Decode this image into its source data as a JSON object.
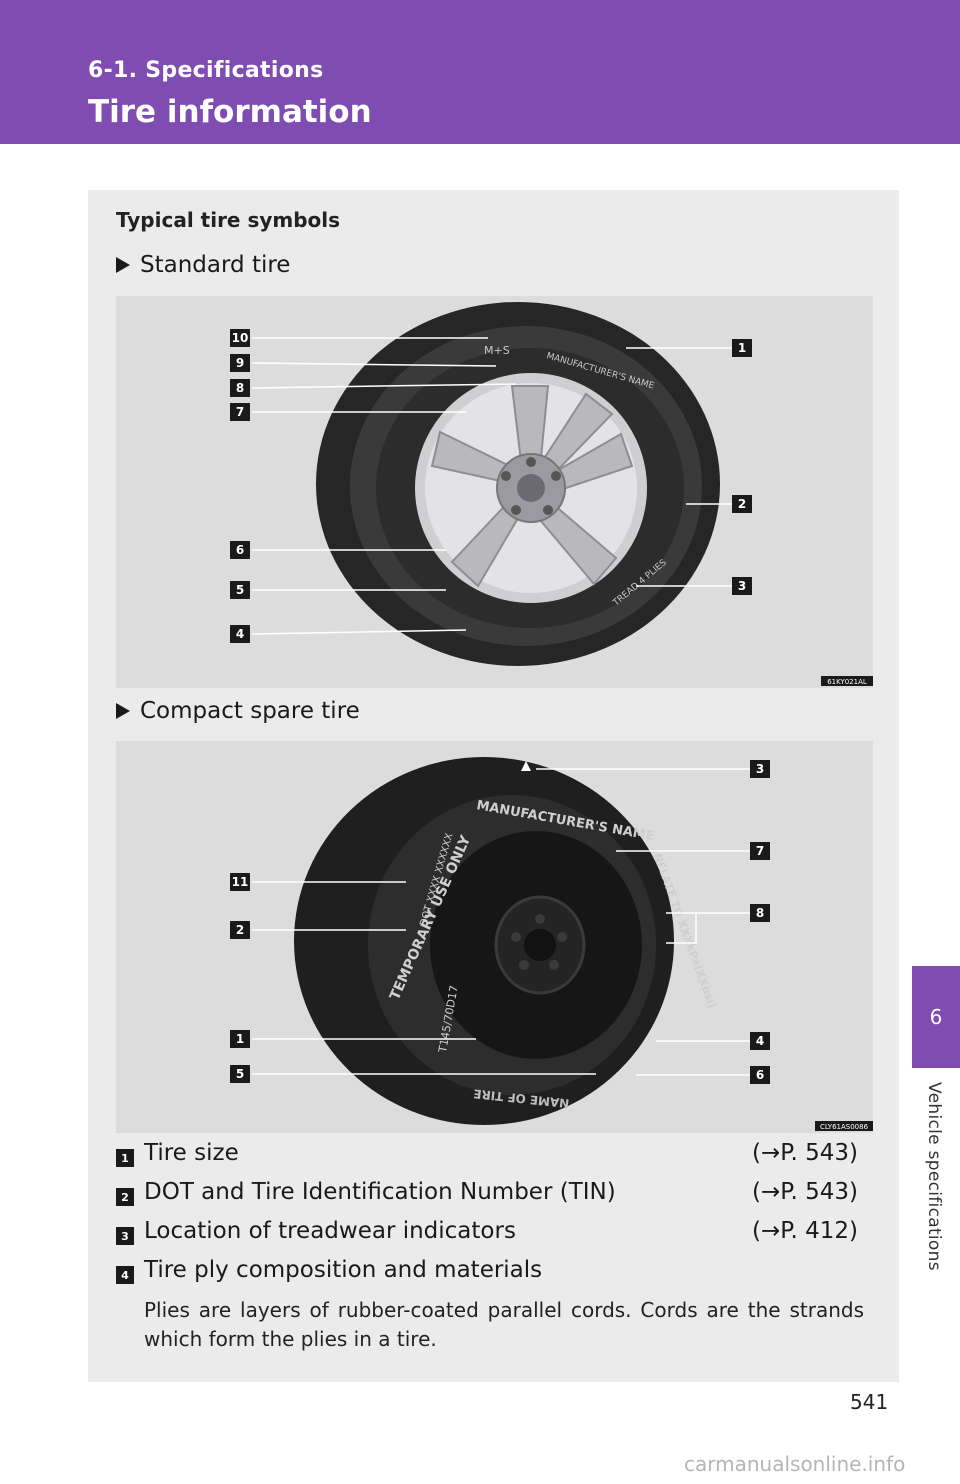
{
  "header": {
    "section": "6-1. Specifications",
    "title": "Tire information"
  },
  "side_tab": {
    "chapter_number": "6",
    "chapter_title": "Vehicle specifications"
  },
  "box": {
    "title": "Typical tire symbols",
    "standard": {
      "heading": "Standard tire",
      "image_code": "61KY021AL",
      "callouts": [
        "10",
        "9",
        "8",
        "7",
        "6",
        "5",
        "4",
        "1",
        "2",
        "3"
      ],
      "sidewall_text": [
        "M+S",
        "MANUFACTURER'S NAME",
        "TREAD 4 PLIES"
      ]
    },
    "spare": {
      "heading": "Compact spare tire",
      "image_code": "CLY61AS0086",
      "callouts": [
        "11",
        "2",
        "1",
        "5",
        "3",
        "7",
        "8",
        "4",
        "6"
      ],
      "sidewall_text": [
        "MANUFACTURER'S NAME",
        "TEMPORARY USE ONLY",
        "INFLATE TO XXXkPa(XXpsi)",
        "T145/70D17",
        "NAME OF TIRE",
        "DOT XXXX XXXXXX"
      ]
    },
    "items": [
      {
        "num": "1",
        "text": "Tire size",
        "ref": "(→P. 543)"
      },
      {
        "num": "2",
        "text": "DOT and Tire Identification Number (TIN)",
        "ref": "(→P. 543)"
      },
      {
        "num": "3",
        "text": "Location of treadwear indicators",
        "ref": "(→P. 412)"
      },
      {
        "num": "4",
        "text": "Tire ply composition and materials",
        "ref": ""
      }
    ],
    "description": "Plies are layers of rubber-coated parallel cords. Cords are the strands which form the plies in a tire."
  },
  "page_number": "541",
  "watermark": "carmanualsonline.info"
}
